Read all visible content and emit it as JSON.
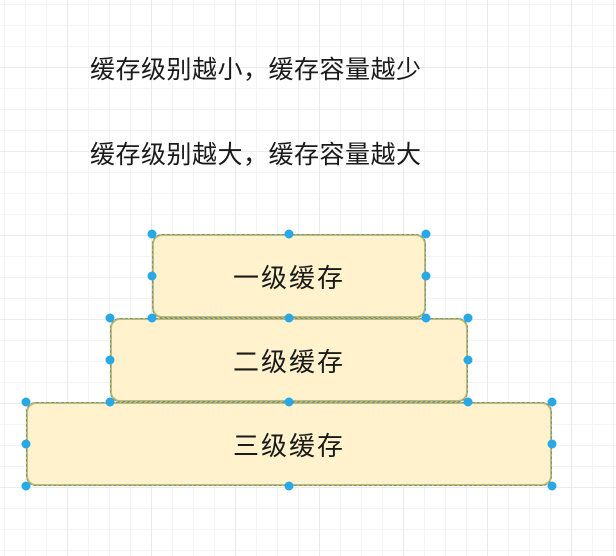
{
  "notes": {
    "line1": "缓存级别越小，缓存容量越少",
    "line2": "缓存级别越大，缓存容量越大"
  },
  "levels": [
    {
      "label": "一级缓存"
    },
    {
      "label": "二级缓存"
    },
    {
      "label": "三级缓存"
    }
  ],
  "colors": {
    "box_fill": "#fff2cc",
    "box_stroke": "#d6b656",
    "selection_handle": "#29a8e6",
    "text": "#1a1a1a"
  }
}
